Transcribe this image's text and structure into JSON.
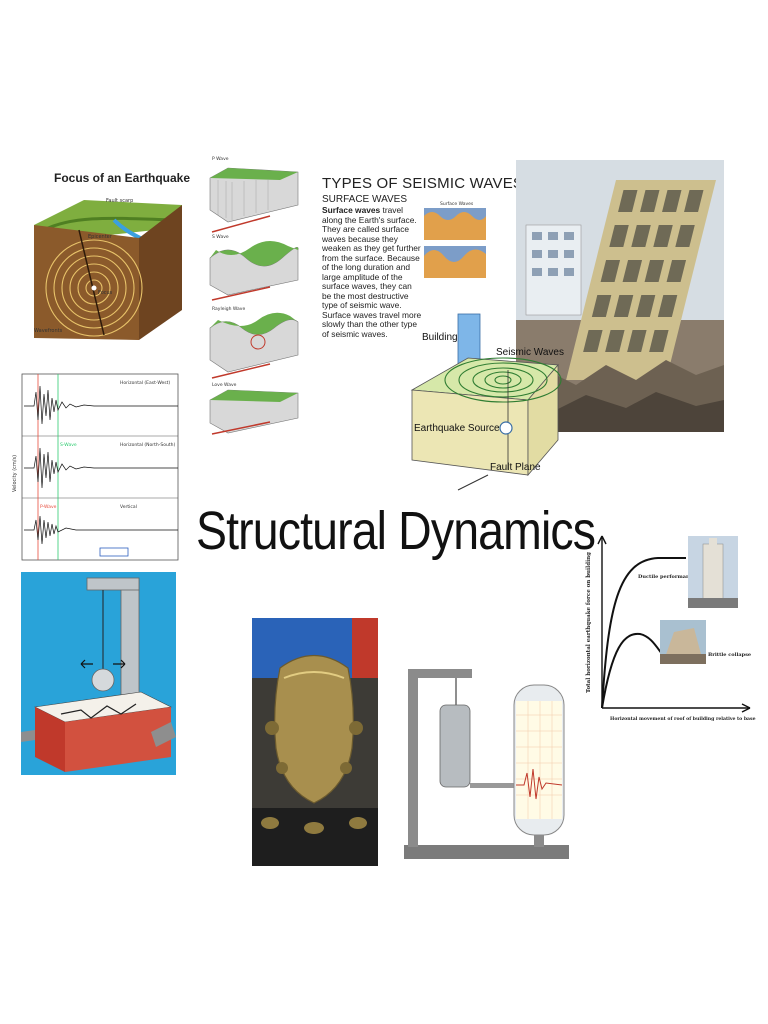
{
  "title": "Structural Dynamics",
  "focus_panel": {
    "heading": "Focus of an Earthquake",
    "labels": {
      "fault_scarp": "Fault scarp",
      "epicenter": "Epicenter",
      "focus": "Focus",
      "wavefronts": "Wavefronts"
    }
  },
  "wave_panel": {
    "labels": {
      "p_wave": "P Wave",
      "s_wave": "S Wave",
      "rayleigh_wave": "Rayleigh Wave",
      "love_wave": "Love Wave"
    }
  },
  "seismic_text": {
    "heading": "TYPES OF SEISMIC WAVES",
    "subheading": "SURFACE WAVES",
    "lead": "Surface waves",
    "body": " travel along the Earth's surface. They are called surface waves because they weaken as they get further from the surface. Because of the long duration and large amplitude of the surface waves, they can be the most destructive type of seismic wave. Surface waves travel more slowly than the other type of seismic waves.",
    "thumb_label": "Surface Waves"
  },
  "source_diagram": {
    "building": "Building",
    "seismic_waves": "Seismic Waves",
    "earthquake_source": "Earthquake Source",
    "fault_plane": "Fault Plane"
  },
  "seismogram": {
    "traces": [
      "Horizontal (East-West)",
      "Horizontal (North-South)",
      "Vertical"
    ],
    "markers": {
      "p": "P-Wave",
      "s": "S-Wave"
    },
    "ylabel": "Velocity (cm/s)"
  },
  "ductility_chart": {
    "ylabel": "Total horizontal earthquake force on building",
    "xlabel": "Horizontal movement of roof of building relative to base",
    "ductile": "Ductile performance",
    "brittle": "Brittle collapse"
  },
  "colors": {
    "title": "#111111",
    "pendulum_bg": "#29a3d9",
    "brick": "#c0392b",
    "paper": "#ffffff"
  }
}
